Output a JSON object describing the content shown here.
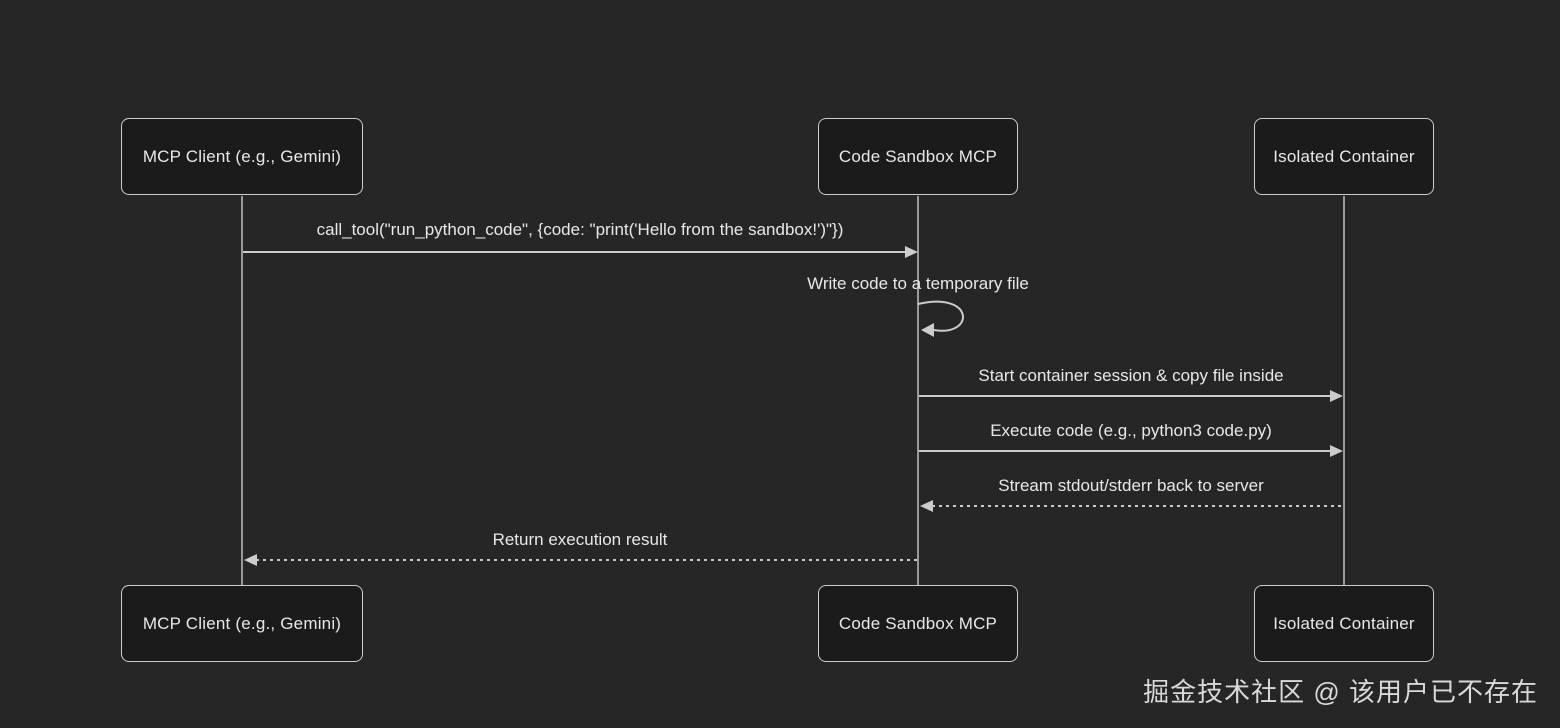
{
  "colors": {
    "background": "#262626",
    "actor_fill": "#1b1b1b",
    "actor_border": "#cccccc",
    "text": "#e8e8e8",
    "line": "#cccccc",
    "lifeline": "#999999",
    "watermark": "#d9d9d9"
  },
  "diagram": {
    "type": "sequence",
    "participants": [
      {
        "id": "client",
        "label": "MCP Client (e.g., Gemini)"
      },
      {
        "id": "server",
        "label": "Code Sandbox MCP"
      },
      {
        "id": "container",
        "label": "Isolated Container"
      }
    ],
    "messages": [
      {
        "from": "client",
        "to": "server",
        "style": "solid",
        "label": "call_tool(\"run_python_code\", {code: \"print('Hello from the sandbox!')\"})"
      },
      {
        "from": "server",
        "to": "server",
        "style": "self-loop",
        "label": "Write code to a temporary file"
      },
      {
        "from": "server",
        "to": "container",
        "style": "solid",
        "label": "Start container session & copy file inside"
      },
      {
        "from": "server",
        "to": "container",
        "style": "solid",
        "label": "Execute code (e.g., python3 code.py)"
      },
      {
        "from": "container",
        "to": "server",
        "style": "dashed",
        "label": "Stream stdout/stderr back to server"
      },
      {
        "from": "server",
        "to": "client",
        "style": "dashed",
        "label": "Return execution result"
      }
    ]
  },
  "watermark": "掘金技术社区 @ 该用户已不存在"
}
